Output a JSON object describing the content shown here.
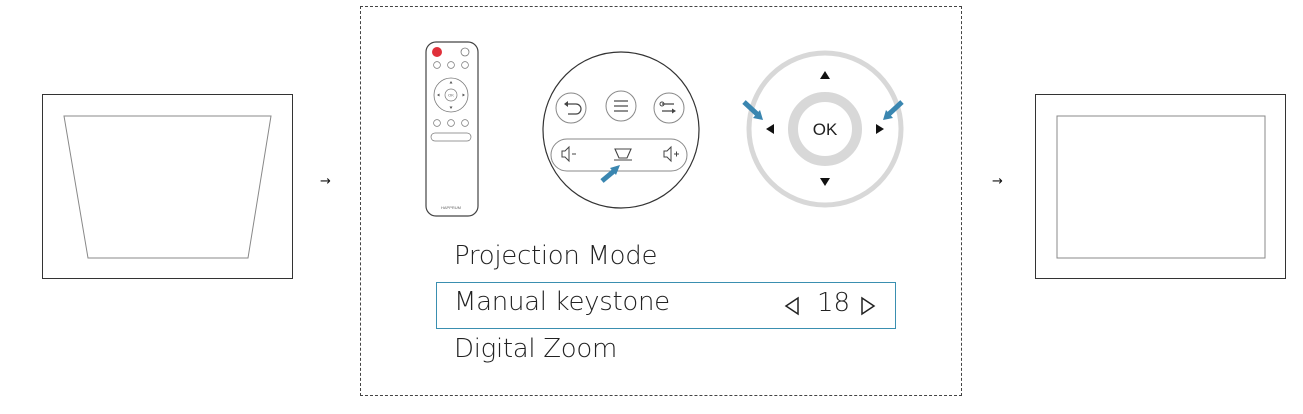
{
  "steps": {
    "arrow_symbol": "→"
  },
  "remote": {
    "ok_label": "OK",
    "brand_text": "HAPPRUM"
  },
  "dpad": {
    "ok_label": "OK"
  },
  "menu": {
    "items": [
      {
        "label": "Projection Mode"
      },
      {
        "label": "Manual keystone",
        "value": "18",
        "selected": true
      },
      {
        "label": "Digital Zoom"
      }
    ]
  },
  "colors": {
    "accent_arrow": "#3a86b0",
    "selection_border": "#3a8fb0",
    "power_red": "#e0303a",
    "dpad_ring": "#d8d8d8"
  }
}
